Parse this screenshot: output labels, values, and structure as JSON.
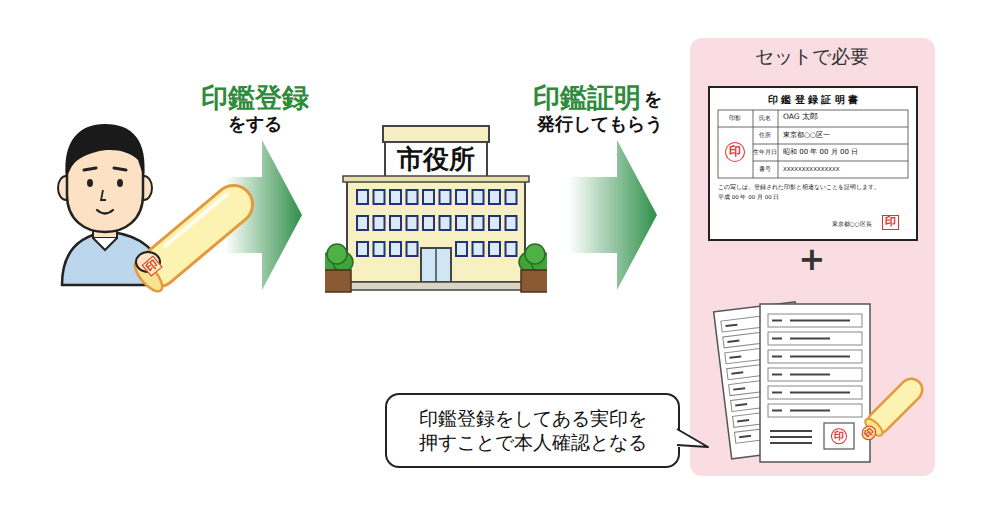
{
  "diagram": {
    "nodes": [
      {
        "text": [
          "市役所"
        ]
      },
      {
        "text": [
          "セットで必要"
        ]
      },
      {
        "text": [
          "印 鑑 登 録 証 明 書",
          "印影",
          "氏名",
          "OAG 太郎",
          "住所",
          "東京都○○区一",
          "生年月日",
          "昭和 00 年 00 月 00 日",
          "番号",
          "XXXXXXXXXXXXXXX",
          "印",
          "この写しは、登録された印影と相違ないことを証明します。",
          "平成 00 年 00 月 00 日",
          "東京都○○区長",
          "印"
        ],
        "in": 1
      },
      {
        "text": [
          "印鑑登録をしてある実印を 押すことで本人確認となる"
        ]
      }
    ],
    "edges": [
      {
        "from": 0,
        "to": 1,
        "arrow": "to"
      }
    ],
    "labels": [
      "印鑑登録",
      "をする",
      "印鑑証明",
      "を",
      "発行してもらう",
      "印",
      "+",
      "印",
      "印"
    ]
  }
}
